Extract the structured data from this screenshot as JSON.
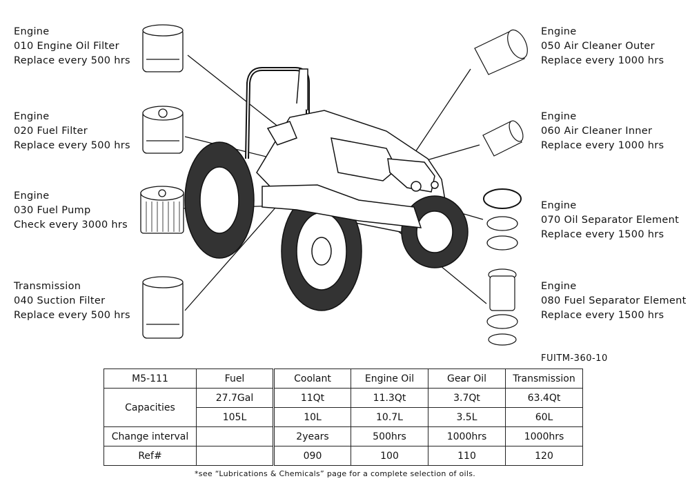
{
  "callouts": {
    "c010": {
      "category": "Engine",
      "part": "010 Engine Oil Filter",
      "interval": "Replace every 500 hrs"
    },
    "c020": {
      "category": "Engine",
      "part": "020 Fuel Filter",
      "interval": "Replace every 500 hrs"
    },
    "c030": {
      "category": "Engine",
      "part": "030 Fuel Pump",
      "interval": "Check every 3000 hrs"
    },
    "c040": {
      "category": "Transmission",
      "part": "040 Suction Filter",
      "interval": "Replace every 500 hrs"
    },
    "c050": {
      "category": "Engine",
      "part": "050 Air Cleaner Outer",
      "interval": "Replace every 1000 hrs"
    },
    "c060": {
      "category": "Engine",
      "part": "060 Air Cleaner Inner",
      "interval": "Replace every 1000 hrs"
    },
    "c070": {
      "category": "Engine",
      "part": "070 Oil Separator Element",
      "interval": "Replace every 1500 hrs"
    },
    "c080": {
      "category": "Engine",
      "part": "080 Fuel Separator Element",
      "interval": "Replace every 1500 hrs"
    }
  },
  "figure_code": "FUITM-360-10",
  "table": {
    "model": "M5-111",
    "columns": [
      "Fuel",
      "Coolant",
      "Engine Oil",
      "Gear Oil",
      "Transmission"
    ],
    "capacities_label": "Capacities",
    "capacity_us": [
      "27.7Gal",
      "11Qt",
      "11.3Qt",
      "3.7Qt",
      "63.4Qt"
    ],
    "capacity_metric": [
      "105L",
      "10L",
      "10.7L",
      "3.5L",
      "60L"
    ],
    "change_label": "Change interval",
    "change": [
      "",
      "2years",
      "500hrs",
      "1000hrs",
      "1000hrs"
    ],
    "ref_label": "Ref#",
    "ref": [
      "",
      "090",
      "100",
      "110",
      "120"
    ]
  },
  "footnote": "*see “Lubrications & Chemicals” page for a complete selection of oils."
}
